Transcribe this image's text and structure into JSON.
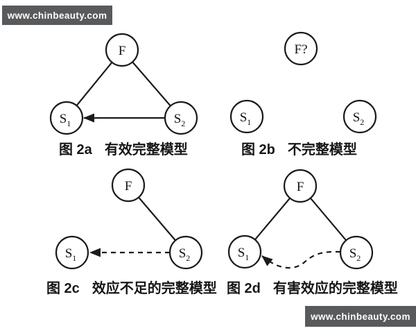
{
  "style": {
    "background": "#ffffff",
    "line_color": "#1b1b1b",
    "watermark_background": "#595a5c",
    "watermark_text_color": "#ffffff"
  },
  "watermarks": {
    "top_left": {
      "text": "www.chinbeauty.com"
    },
    "bottom_right": {
      "text": "www.chinbeauty.com"
    }
  },
  "diagram": {
    "figures": [
      {
        "id": "2a",
        "caption_label": "图 2a",
        "caption_title": "有效完整模型",
        "nodes": {
          "f": {
            "main": "F",
            "sub": ""
          },
          "s1": {
            "main": "S",
            "sub": "1"
          },
          "s2": {
            "main": "S",
            "sub": "2"
          }
        },
        "edges": [
          {
            "from": "F",
            "to": "S1",
            "style": "solid",
            "arrow": false
          },
          {
            "from": "F",
            "to": "S2",
            "style": "solid",
            "arrow": false
          },
          {
            "from": "S2",
            "to": "S1",
            "style": "solid",
            "arrow": true
          }
        ]
      },
      {
        "id": "2b",
        "caption_label": "图 2b",
        "caption_title": "不完整模型",
        "nodes": {
          "f": {
            "main": "F?",
            "sub": ""
          },
          "s1": {
            "main": "S",
            "sub": "1"
          },
          "s2": {
            "main": "S",
            "sub": "2"
          }
        },
        "edges": []
      },
      {
        "id": "2c",
        "caption_label": "图 2c",
        "caption_title": "效应不足的完整模型",
        "nodes": {
          "f": {
            "main": "F",
            "sub": ""
          },
          "s1": {
            "main": "S",
            "sub": "1"
          },
          "s2": {
            "main": "S",
            "sub": "2"
          }
        },
        "edges": [
          {
            "from": "F",
            "to": "S2",
            "style": "solid",
            "arrow": false
          },
          {
            "from": "S2",
            "to": "S1",
            "style": "dashed",
            "arrow": true
          }
        ]
      },
      {
        "id": "2d",
        "caption_label": "图 2d",
        "caption_title": "有害效应的完整模型",
        "nodes": {
          "f": {
            "main": "F",
            "sub": ""
          },
          "s1": {
            "main": "S",
            "sub": "1"
          },
          "s2": {
            "main": "S",
            "sub": "2"
          }
        },
        "edges": [
          {
            "from": "F",
            "to": "S1",
            "style": "solid",
            "arrow": false
          },
          {
            "from": "F",
            "to": "S2",
            "style": "solid",
            "arrow": false
          },
          {
            "from": "S2",
            "to": "S1",
            "style": "dashed-curved",
            "arrow": true
          }
        ]
      }
    ]
  }
}
